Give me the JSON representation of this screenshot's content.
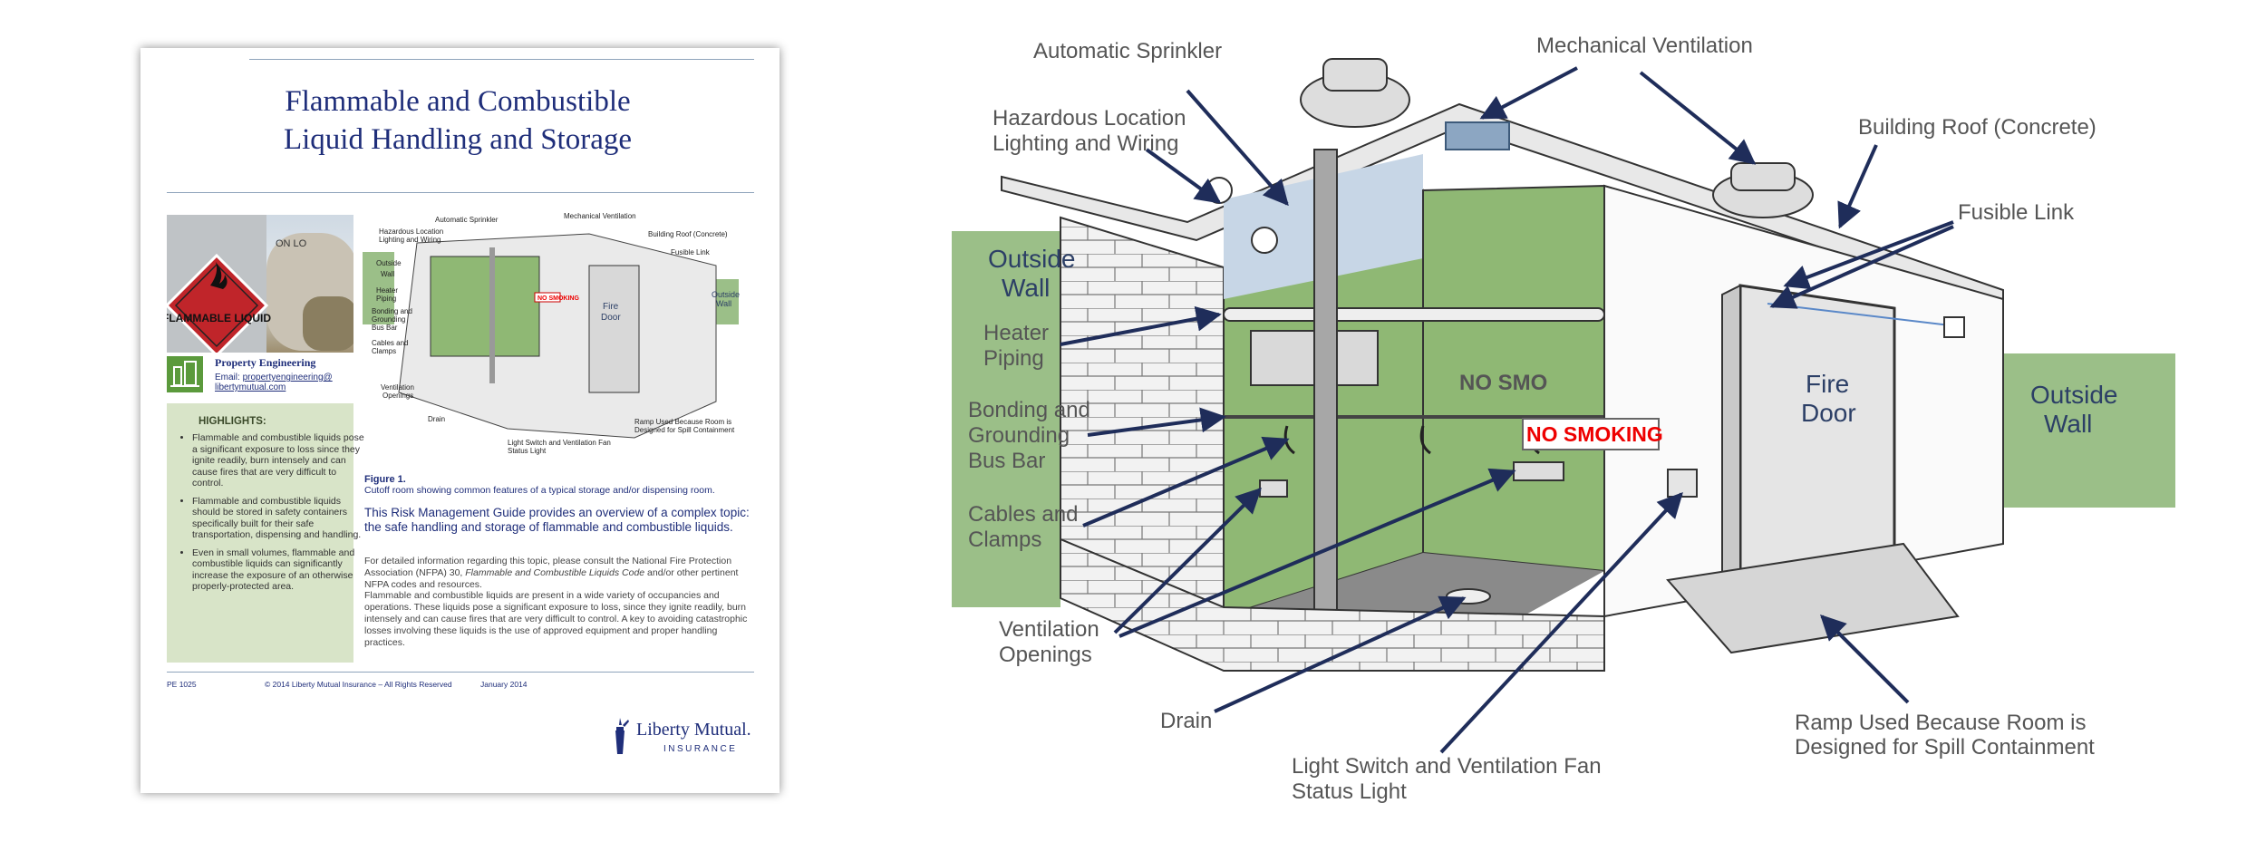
{
  "document": {
    "title_line1": "Flammable and Combustible",
    "title_line2": "Liquid Handling and Storage",
    "sign_top": "ON LO",
    "sign_text": "FLAMMABLE LIQUID",
    "property_engineering": {
      "title": "Property Engineering",
      "email_label": "Email:",
      "email_line1": "propertyengineering@",
      "email_line2": "libertymutual.com"
    },
    "highlights": {
      "title": "HIGHLIGHTS:",
      "items": [
        "Flammable and combustible liquids pose a significant exposure to loss since they ignite readily, burn intensely and can cause fires that are very difficult to control.",
        "Flammable and combustible liquids should be stored in safety containers specifically built for their safe transportation, dispensing and handling.",
        "Even in small volumes, flammable and combustible liquids can significantly increase the exposure of an otherwise properly-protected area."
      ]
    },
    "figure_label": "Figure 1.",
    "figure_caption": "Cutoff room showing common features of a typical storage and/or dispensing room.",
    "lead": "This Risk Management Guide provides an overview of a complex topic: the safe handling and storage of flammable and combustible liquids.",
    "body1_a": "For detailed information regarding this topic, please consult the National Fire Protection Association (NFPA) 30,",
    "body1_italic": "Flammable and Combustible Liquids Code",
    "body1_b": "and/or other pertinent NFPA codes and resources.",
    "body2": "Flammable and combustible liquids are present in a wide variety of occupancies and operations. These liquids pose a significant exposure to loss, since they ignite readily, burn intensely and can cause fires that are very difficult to control. A key to avoiding catastrophic losses involving these liquids is the use of approved equipment and proper handling practices.",
    "footer": {
      "code": "PE 1025",
      "copyright": "© 2014 Liberty Mutual Insurance – All Rights Reserved",
      "date": "January 2014"
    },
    "logo": {
      "word": "Liberty Mutual.",
      "sub": "INSURANCE"
    }
  },
  "figure": {
    "automatic_sprinkler": "Automatic Sprinkler",
    "mechanical_ventilation": "Mechanical Ventilation",
    "hazardous_location_1": "Hazardous Location",
    "hazardous_location_2": "Lighting and Wiring",
    "building_roof": "Building Roof (Concrete)",
    "fusible_link": "Fusible Link",
    "outside_wall_left_1": "Outside",
    "outside_wall_left_2": "Wall",
    "heater_piping_1": "Heater",
    "heater_piping_2": "Piping",
    "bonding_1": "Bonding and",
    "bonding_2": "Grounding",
    "bonding_3": "Bus Bar",
    "cables_1": "Cables and",
    "cables_2": "Clamps",
    "ventilation_1": "Ventilation",
    "ventilation_2": "Openings",
    "drain": "Drain",
    "light_switch_1": "Light Switch and Ventilation Fan",
    "light_switch_2": "Status Light",
    "ramp_1": "Ramp Used Because Room is",
    "ramp_2": "Designed for Spill Containment",
    "no_smoking": "NO SMOKING",
    "no_smoking_small": "NO SMO",
    "fire_door_1": "Fire",
    "fire_door_2": "Door",
    "outside_wall_right_1": "Outside",
    "outside_wall_right_2": "Wall",
    "colors": {
      "wall_green": "#9bbf88",
      "interior_green": "#8fb874",
      "label_navy": "#2c3f66",
      "arrow_navy": "#1f2d5a",
      "no_smoking_red": "#e00000"
    }
  }
}
